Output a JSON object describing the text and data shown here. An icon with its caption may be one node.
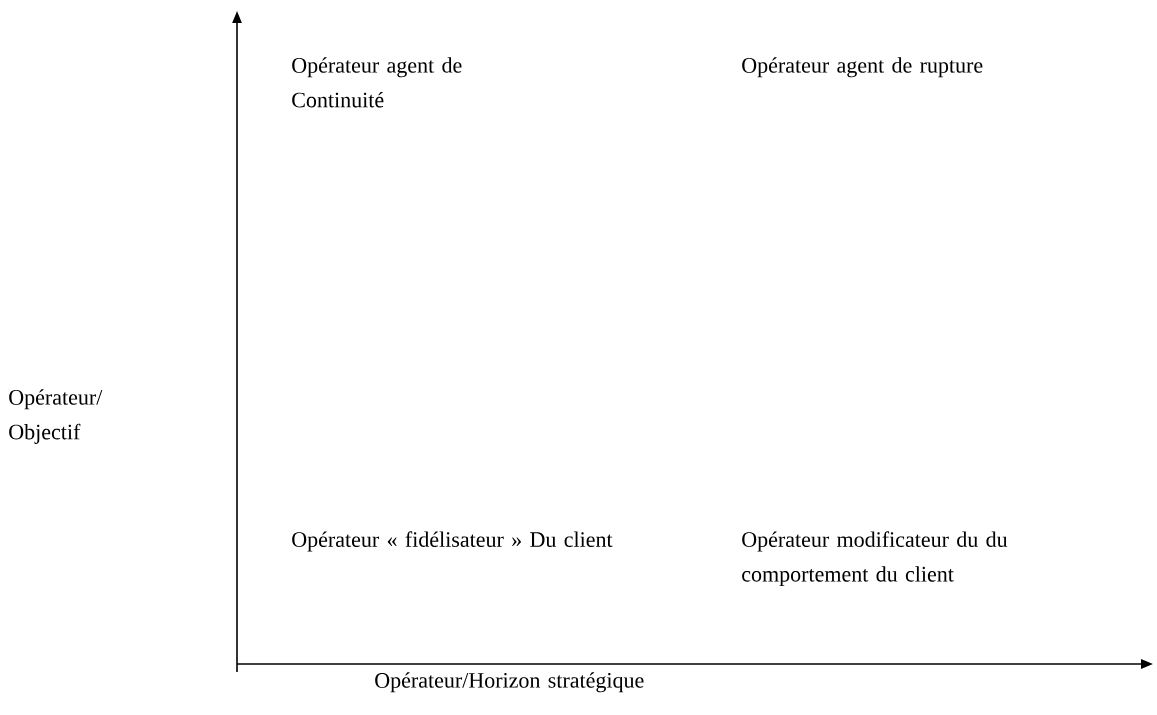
{
  "diagram": {
    "labels": [
      "Opérateur agent de Continuité",
      "Opérateur agent de rupture",
      "Opérateur/ Objectif",
      "Opérateur « fidélisateur » Du client",
      "Opérateur modificateur du du comportement du client",
      "Opérateur/Horizon stratégique"
    ]
  }
}
